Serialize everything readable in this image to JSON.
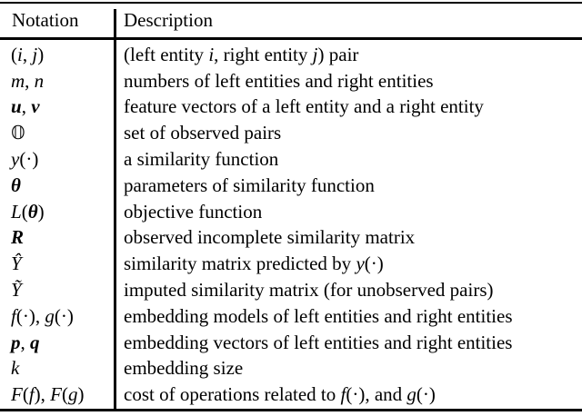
{
  "page": {
    "background_color": "#ffffff",
    "text_color": "#000000",
    "rule_color": "#000000"
  },
  "table": {
    "headers": {
      "notation": "Notation",
      "description": "Description"
    },
    "rows": [
      {
        "notation": [
          {
            "t": "("
          },
          {
            "t": "i",
            "s": "i"
          },
          {
            "t": ", "
          },
          {
            "t": "j",
            "s": "i"
          },
          {
            "t": ")"
          }
        ],
        "description": [
          {
            "t": "(left entity "
          },
          {
            "t": "i",
            "s": "i"
          },
          {
            "t": ", right entity "
          },
          {
            "t": "j",
            "s": "i"
          },
          {
            "t": ") pair"
          }
        ]
      },
      {
        "notation": [
          {
            "t": "m",
            "s": "i"
          },
          {
            "t": ", "
          },
          {
            "t": "n",
            "s": "i"
          }
        ],
        "description": [
          {
            "t": "numbers of left entities and right entities"
          }
        ]
      },
      {
        "notation": [
          {
            "t": "u",
            "s": "bi"
          },
          {
            "t": ", "
          },
          {
            "t": "v",
            "s": "bi"
          }
        ],
        "description": [
          {
            "t": "feature vectors of a left entity and a right entity"
          }
        ]
      },
      {
        "notation": [
          {
            "t": "𝕆",
            "s": "bb"
          }
        ],
        "description": [
          {
            "t": "set of observed pairs"
          }
        ]
      },
      {
        "notation": [
          {
            "t": "y",
            "s": "i"
          },
          {
            "t": "(·)"
          }
        ],
        "description": [
          {
            "t": "a similarity function"
          }
        ]
      },
      {
        "notation": [
          {
            "t": "θ",
            "s": "bi"
          }
        ],
        "description": [
          {
            "t": "parameters of similarity function"
          }
        ]
      },
      {
        "notation": [
          {
            "t": "L",
            "s": "i"
          },
          {
            "t": "("
          },
          {
            "t": "θ",
            "s": "bi"
          },
          {
            "t": ")"
          }
        ],
        "description": [
          {
            "t": "objective function"
          }
        ]
      },
      {
        "notation": [
          {
            "t": "R",
            "s": "bi"
          }
        ],
        "description": [
          {
            "t": "observed incomplete similarity matrix"
          }
        ]
      },
      {
        "notation": [
          {
            "t": "Ŷ",
            "s": "i"
          }
        ],
        "description": [
          {
            "t": "similarity matrix predicted by "
          },
          {
            "t": "y",
            "s": "i"
          },
          {
            "t": "(·)"
          }
        ]
      },
      {
        "notation": [
          {
            "t": "Ỹ",
            "s": "i"
          }
        ],
        "description": [
          {
            "t": "imputed similarity matrix (for unobserved pairs)"
          }
        ]
      },
      {
        "notation": [
          {
            "t": "f",
            "s": "i"
          },
          {
            "t": "(·), "
          },
          {
            "t": "g",
            "s": "i"
          },
          {
            "t": "(·)"
          }
        ],
        "description": [
          {
            "t": "embedding models of left entities and right entities"
          }
        ]
      },
      {
        "notation": [
          {
            "t": "p",
            "s": "bi"
          },
          {
            "t": ", "
          },
          {
            "t": "q",
            "s": "bi"
          }
        ],
        "description": [
          {
            "t": "embedding vectors of left entities and right entities"
          }
        ]
      },
      {
        "notation": [
          {
            "t": "k",
            "s": "i"
          }
        ],
        "description": [
          {
            "t": "embedding size"
          }
        ]
      },
      {
        "notation": [
          {
            "t": "F",
            "s": "i"
          },
          {
            "t": "("
          },
          {
            "t": "f",
            "s": "i"
          },
          {
            "t": "), "
          },
          {
            "t": "F",
            "s": "i"
          },
          {
            "t": "("
          },
          {
            "t": "g",
            "s": "i"
          },
          {
            "t": ")"
          }
        ],
        "description": [
          {
            "t": "cost of operations related to "
          },
          {
            "t": "f",
            "s": "i"
          },
          {
            "t": "(·), and "
          },
          {
            "t": "g",
            "s": "i"
          },
          {
            "t": "(·)"
          }
        ]
      }
    ]
  }
}
